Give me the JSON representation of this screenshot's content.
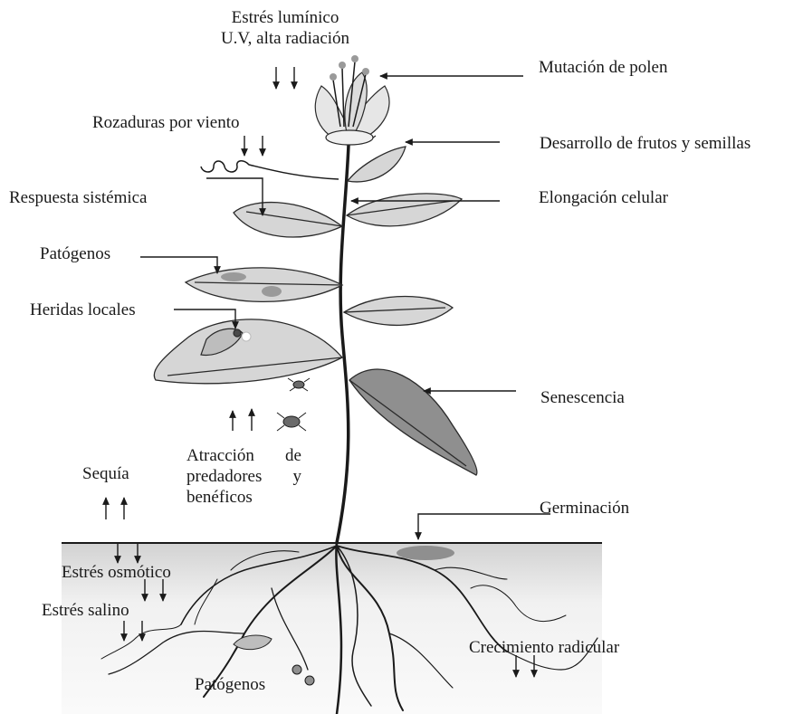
{
  "labels": {
    "light_stress_line1": "Estrés lumínico",
    "light_stress_line2": "U.V, alta radiación",
    "pollen_mutation": "Mutación de polen",
    "wind_abrasion": "Rozaduras por viento",
    "fruit_seed_development": "Desarrollo de frutos y semillas",
    "systemic_response": "Respuesta sistémica",
    "cell_elongation": "Elongación celular",
    "pathogens_top": "Patógenos",
    "local_wounds": "Heridas locales",
    "senescence": "Senescencia",
    "attraction_line1": "Atracción de",
    "attraction_line2": "predadores y",
    "attraction_line3": "benéficos",
    "drought": "Sequía",
    "germination": "Germinación",
    "osmotic_stress": "Estrés osmótico",
    "saline_stress": "Estrés salino",
    "root_growth": "Crecimiento radicular",
    "pathogens_bottom": "Patógenos"
  },
  "colors": {
    "ink": "#1a1a1a",
    "leaf_fill": "#d6d6d6",
    "senescent_leaf": "#8f8f8f",
    "soil": "#f1f1f1"
  }
}
